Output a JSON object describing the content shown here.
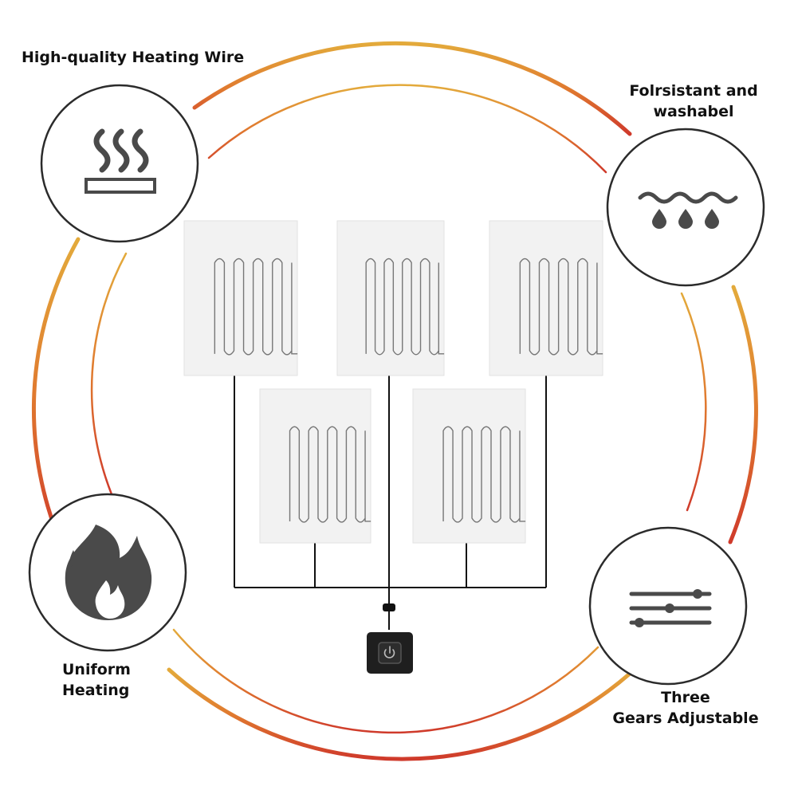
{
  "features": {
    "heating_wire": {
      "label": "High-quality Heating Wire",
      "icon": "heat-wire-icon"
    },
    "washable": {
      "line1": "Folrsistant and",
      "line2": "washabel",
      "icon": "water-drops-icon"
    },
    "uniform": {
      "line1": "Uniform",
      "line2": "Heating",
      "icon": "flame-icon"
    },
    "gears": {
      "line1": "Three",
      "line2": "Gears Adjustable",
      "icon": "sliders-icon"
    }
  },
  "colors": {
    "ring_top": "#e0a53a",
    "ring_mid": "#e0772e",
    "ring_bottom": "#d0412c",
    "icon_gray": "#4a4a4a",
    "pad_fill": "#f2f2f2",
    "wire": "#111111",
    "switch_body": "#222222"
  },
  "pads_count": 5
}
